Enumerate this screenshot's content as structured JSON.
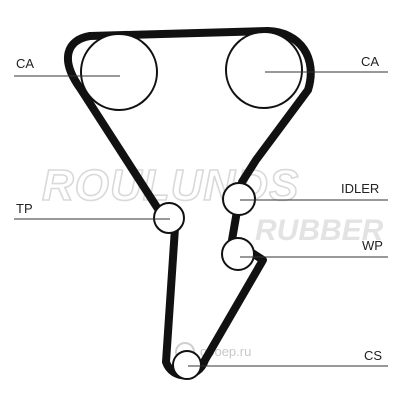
{
  "watermark": {
    "brand_line1": "ROULUNDS",
    "brand_line2": "RUBBER",
    "site": "oboер.ru"
  },
  "labels": {
    "ca_left": "CA",
    "ca_right": "CA",
    "idler": "IDLER",
    "tp": "TP",
    "wp": "WP",
    "cs": "CS"
  },
  "colors": {
    "belt": "#111111",
    "line": "#333333",
    "watermark": "#d9d9d9"
  }
}
